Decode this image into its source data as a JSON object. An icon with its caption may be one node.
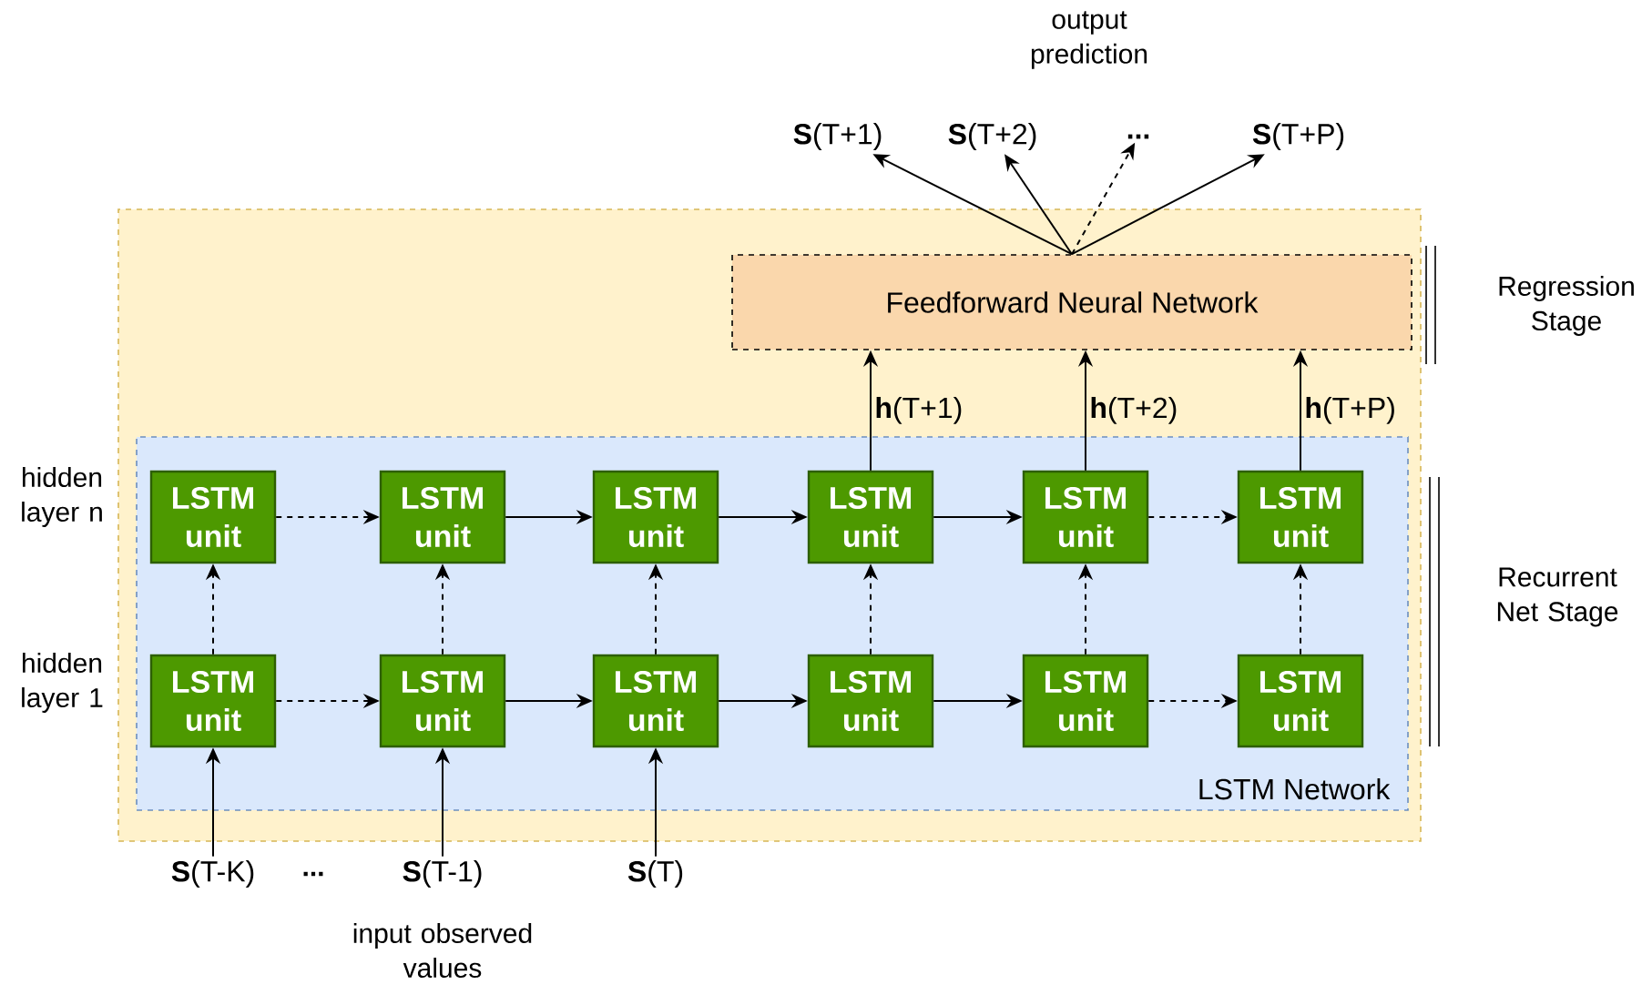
{
  "diagram": {
    "nodes": [
      {
        "text": [],
        "shape": "box"
      },
      {
        "text": [
          "Feedforward Neural Network"
        ],
        "in": 0
      },
      {
        "text": [
          "LSTM Network"
        ],
        "in": 0
      },
      {
        "text": [
          "LSTM unit"
        ],
        "in": 2
      },
      {
        "text": [
          "LSTM unit"
        ],
        "in": 2
      },
      {
        "text": [
          "LSTM unit"
        ],
        "in": 2
      },
      {
        "text": [
          "LSTM unit"
        ],
        "in": 2
      },
      {
        "text": [
          "LSTM unit"
        ],
        "in": 2
      },
      {
        "text": [
          "LSTM unit"
        ],
        "in": 2
      },
      {
        "text": [
          "LSTM unit"
        ],
        "in": 2
      },
      {
        "text": [
          "LSTM unit"
        ],
        "in": 2
      },
      {
        "text": [
          "LSTM unit"
        ],
        "in": 2
      },
      {
        "text": [
          "LSTM unit"
        ],
        "in": 2
      },
      {
        "text": [
          "LSTM unit"
        ],
        "in": 2
      },
      {
        "text": [
          "LSTM unit"
        ],
        "in": 2
      },
      {
        "text": [
          "**S**(T-K)"
        ]
      },
      {
        "text": [
          "**S**(T-1)"
        ]
      },
      {
        "text": [
          "**S**(T)"
        ]
      },
      {
        "text": [
          "**S**(T+1)"
        ]
      },
      {
        "text": [
          "**S**(T+2)"
        ]
      },
      {
        "text": [
          "..."
        ]
      },
      {
        "text": [
          "**S**(T+P)"
        ]
      }
    ],
    "edges": [
      {
        "from": 3,
        "to": 4,
        "arrow": "to",
        "style": "dashed"
      },
      {
        "from": 4,
        "to": 5,
        "arrow": "to"
      },
      {
        "from": 5,
        "to": 6,
        "arrow": "to"
      },
      {
        "from": 6,
        "to": 7,
        "arrow": "to"
      },
      {
        "from": 7,
        "to": 8,
        "arrow": "to",
        "style": "dashed"
      },
      {
        "from": 9,
        "to": 10,
        "arrow": "to",
        "style": "dashed"
      },
      {
        "from": 10,
        "to": 11,
        "arrow": "to"
      },
      {
        "from": 11,
        "to": 12,
        "arrow": "to"
      },
      {
        "from": 12,
        "to": 13,
        "arrow": "to"
      },
      {
        "from": 13,
        "to": 14,
        "arrow": "to",
        "style": "dashed"
      },
      {
        "from": 9,
        "to": 3,
        "arrow": "to",
        "style": "dashed"
      },
      {
        "from": 10,
        "to": 4,
        "arrow": "to",
        "style": "dashed"
      },
      {
        "from": 11,
        "to": 5,
        "arrow": "to",
        "style": "dashed"
      },
      {
        "from": 12,
        "to": 6,
        "arrow": "to",
        "style": "dashed"
      },
      {
        "from": 13,
        "to": 7,
        "arrow": "to",
        "style": "dashed"
      },
      {
        "from": 14,
        "to": 8,
        "arrow": "to",
        "style": "dashed"
      },
      {
        "from": 15,
        "to": 9,
        "arrow": "to"
      },
      {
        "from": 16,
        "to": 10,
        "arrow": "to"
      },
      {
        "from": 17,
        "to": 11,
        "arrow": "to"
      },
      {
        "from": 6,
        "to": 1,
        "arrow": "to",
        "label": "**h**(T+1)"
      },
      {
        "from": 7,
        "to": 1,
        "arrow": "to",
        "label": "**h**(T+2)"
      },
      {
        "from": 8,
        "to": 1,
        "arrow": "to",
        "label": "**h**(T+P)"
      },
      {
        "from": 1,
        "to": 18,
        "arrow": "to"
      },
      {
        "from": 1,
        "to": 19,
        "arrow": "to"
      },
      {
        "from": 1,
        "to": 20,
        "arrow": "to",
        "style": "dashed"
      },
      {
        "from": 1,
        "to": 21,
        "arrow": "to"
      }
    ],
    "labels": [
      "output prediction",
      "Regression Stage",
      "Recurrent Net Stage",
      "hidden layer n",
      "hidden layer 1",
      "...",
      "input observed values"
    ]
  }
}
